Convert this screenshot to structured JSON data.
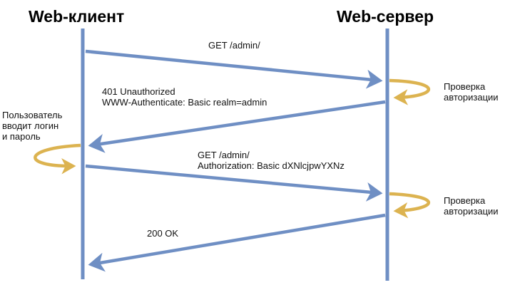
{
  "colors": {
    "lifeline": "#6f8fc4",
    "loop": "#dcb350"
  },
  "client": {
    "title": "Web-клиент",
    "note_lines": [
      "Пользователь",
      "вводит логин",
      "и пароль"
    ]
  },
  "server": {
    "title": "Web-сервер",
    "check1_lines": [
      "Проверка",
      "авторизации"
    ],
    "check2_lines": [
      "Проверка",
      "авторизации"
    ]
  },
  "messages": [
    {
      "lines": [
        "GET /admin/"
      ]
    },
    {
      "lines": [
        "401 Unauthorized",
        "WWW-Authenticate: Basic realm=admin"
      ]
    },
    {
      "lines": [
        "GET /admin/",
        "Authorization: Basic dXNlcjpwYXNz"
      ]
    },
    {
      "lines": [
        "200 OK"
      ]
    }
  ]
}
